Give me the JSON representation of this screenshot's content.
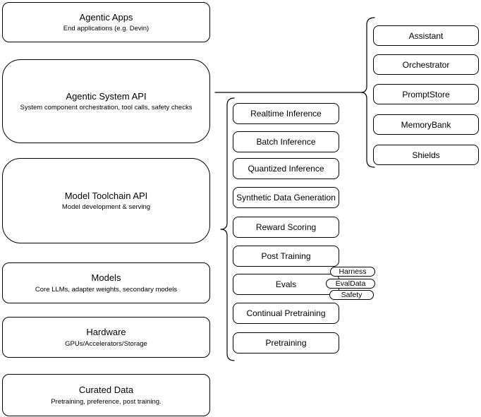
{
  "canvas": {
    "background_color": "#ffffff",
    "stroke_color": "#000000",
    "text_color": "#000000"
  },
  "left_column": [
    {
      "title": "Agentic Apps",
      "subtitle": "End applications (e.g. Devin)"
    },
    {
      "title": "Agentic System API",
      "subtitle": "System component orchestration, tool calls, safety checks"
    },
    {
      "title": "Model Toolchain API",
      "subtitle": "Model development & serving"
    },
    {
      "title": "Models",
      "subtitle": "Core LLMs, adapter weights, secondary models"
    },
    {
      "title": "Hardware",
      "subtitle": "GPUs/Accelerators/Storage"
    },
    {
      "title": "Curated Data",
      "subtitle": "Pretraining, preference, post training."
    }
  ],
  "toolchain": {
    "items": [
      "Realtime Inference",
      "Batch Inference",
      "Quantized Inference",
      "Synthetic Data Generation",
      "Reward Scoring",
      "Post Training",
      "Evals",
      "Continual Pretraining",
      "Pretraining"
    ]
  },
  "eval_tags": [
    "Harness",
    "EvalData",
    "Safety"
  ],
  "system_components": [
    "Assistant",
    "Orchestrator",
    "PromptStore",
    "MemoryBank",
    "Shields"
  ]
}
